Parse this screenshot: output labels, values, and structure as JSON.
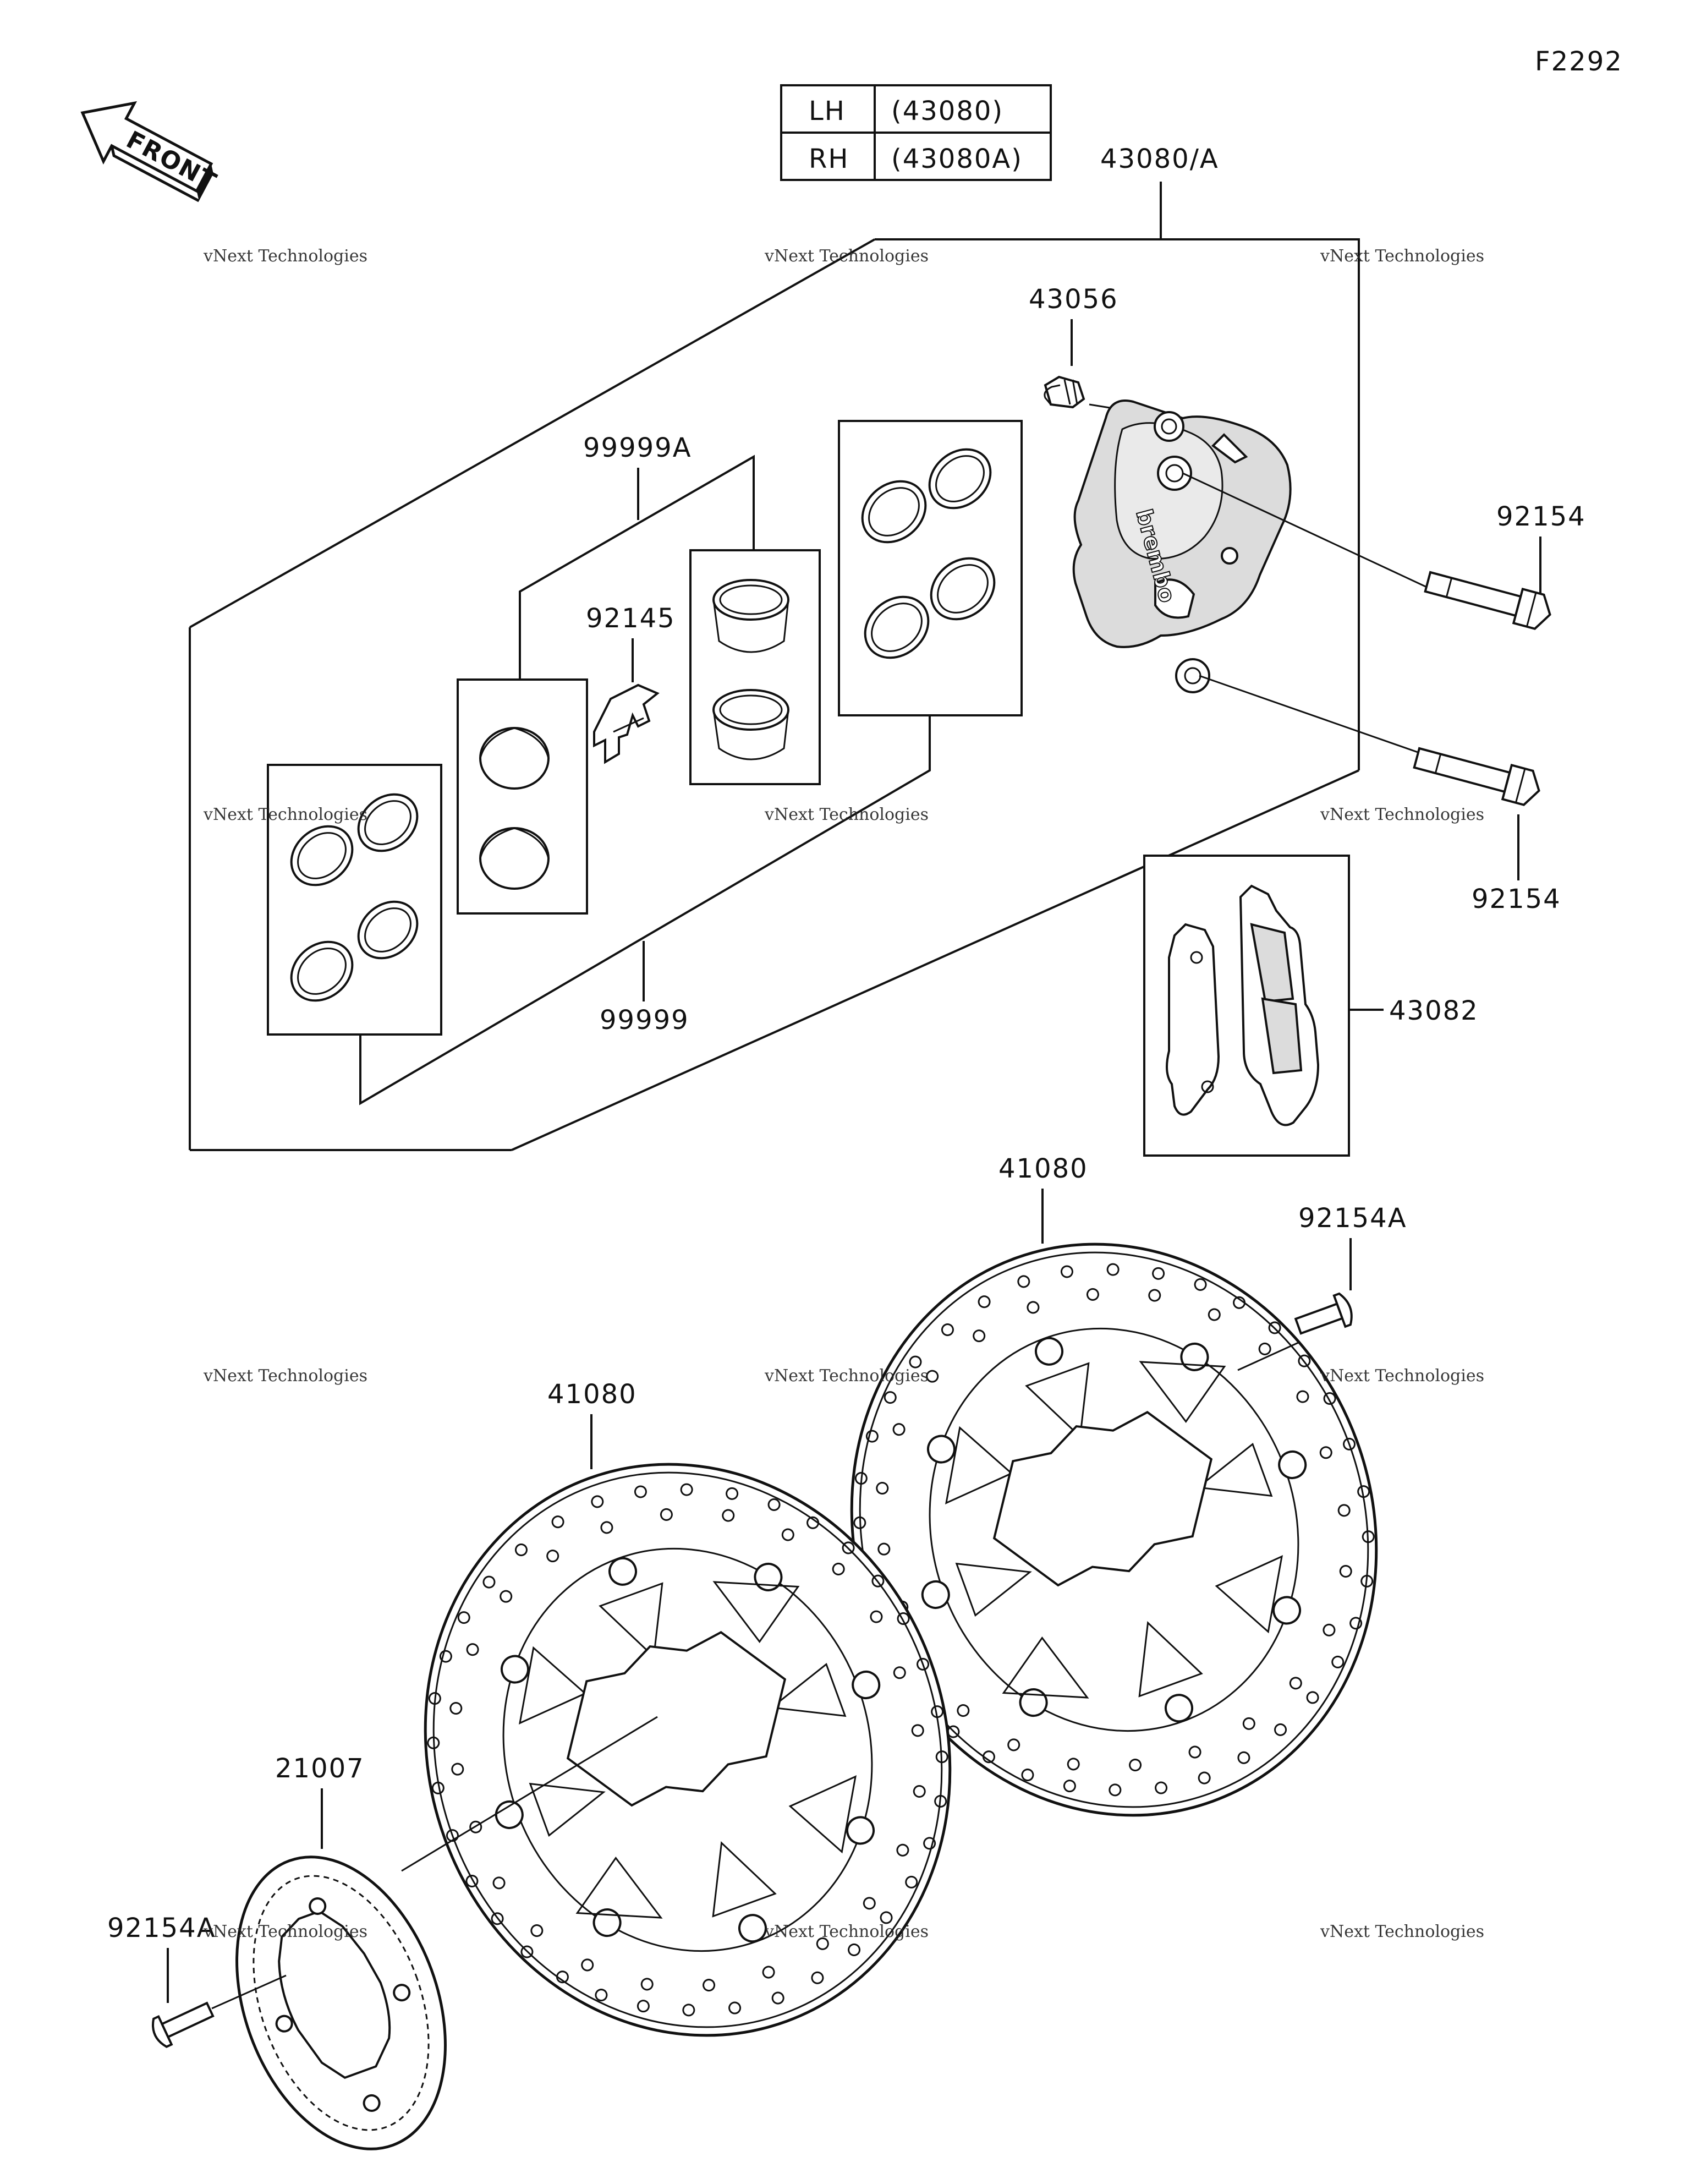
{
  "figure_code": "F2292",
  "front_label": "FRONT",
  "table": {
    "rows": [
      {
        "side": "LH",
        "code": "(43080)"
      },
      {
        "side": "RH",
        "code": "(43080A)"
      }
    ]
  },
  "labels": {
    "caliper_assy": "43080/A",
    "bleeder": "43056",
    "bolt_upper": "92154",
    "bolt_lower": "92154",
    "seal_kit_a": "99999A",
    "seal_kit": "99999",
    "spring": "92145",
    "pads": "43082",
    "disc_right": "41080",
    "disc_left": "41080",
    "disc_bolt_right": "92154A",
    "disc_bolt_left": "92154A",
    "abs_rotor": "21007"
  },
  "watermark": {
    "line1": "vNext Technologies",
    "line2": "vNext Technologies"
  },
  "caliper_brand": "brembo"
}
